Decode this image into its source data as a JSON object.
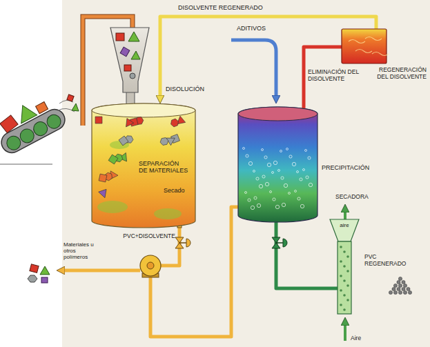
{
  "diagram": {
    "nodes": [
      {
        "text": [
          "SEPARACIÓN DE MATERIALES",
          "Secado"
        ]
      },
      {
        "text": [
          "PRECIPITACIÓN"
        ]
      },
      {
        "text": [
          "REGENERACIÓN DEL DISOLVENTE"
        ]
      },
      {
        "text": [
          "aire",
          "PVC REGENERADO"
        ]
      }
    ],
    "edges": [
      {
        "from": 0,
        "to": 1,
        "arrow": "none",
        "label": "PVC+DISOLVENTE"
      },
      {
        "from": 1,
        "to": 2,
        "arrow": "none",
        "label": "ELIMINACIÓN DEL DISOLVENTE"
      },
      {
        "from": 2,
        "to": 0,
        "arrow": "to",
        "label": "DISOLVENTE REGENERADO"
      },
      {
        "from": 1,
        "to": 3,
        "arrow": "none"
      }
    ],
    "labels": [
      "DISOLUCIÓN",
      "ADITIVOS",
      "SECADORA",
      "Materiales u otros polímeros",
      "Aire"
    ]
  }
}
